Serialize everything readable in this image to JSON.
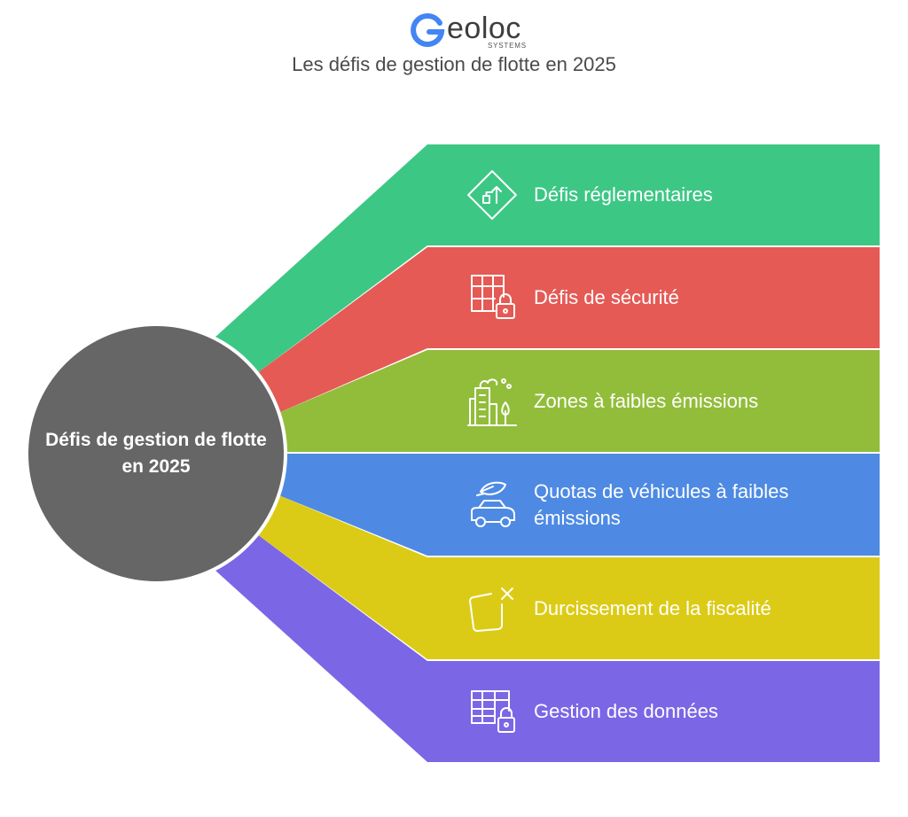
{
  "header": {
    "logo_word": "eoloc",
    "logo_sub": "SYSTEMS",
    "title": "Les défis de gestion de flotte en 2025"
  },
  "hub": {
    "label": "Défis de gestion de flotte en 2025",
    "color": "#666666"
  },
  "bands": [
    {
      "label": "Défis réglementaires",
      "color": "#3DC785",
      "icon": "road-sign-icon"
    },
    {
      "label": "Défis de sécurité",
      "color": "#E55A55",
      "icon": "grid-lock-icon"
    },
    {
      "label": "Zones à faibles émissions",
      "color": "#92BD3A",
      "icon": "city-emissions-icon"
    },
    {
      "label": "Quotas de véhicules à faibles émissions",
      "color": "#4E8AE3",
      "icon": "eco-car-icon"
    },
    {
      "label": "Durcissement de la fiscalité",
      "color": "#DCCB16",
      "icon": "document-cross-icon"
    },
    {
      "label": "Gestion des données",
      "color": "#7B66E6",
      "icon": "table-lock-icon"
    }
  ]
}
